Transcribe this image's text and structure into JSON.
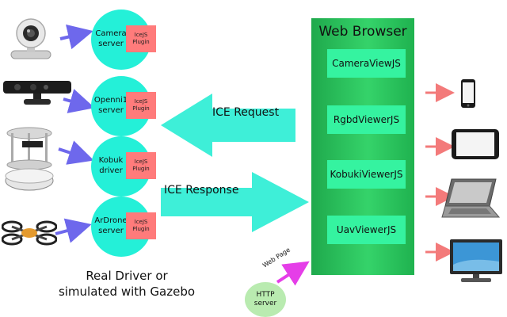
{
  "servers": [
    {
      "name_line1": "Camera",
      "name_line2": "server",
      "plugin_line1": "IceJS",
      "plugin_line2": "Plugin"
    },
    {
      "name_line1": "Openni1",
      "name_line2": "server",
      "plugin_line1": "IceJS",
      "plugin_line2": "Plugin"
    },
    {
      "name_line1": "Kobuk",
      "name_line2": "driver",
      "plugin_line1": "IceJS",
      "plugin_line2": "Plugin"
    },
    {
      "name_line1": "ArDrone",
      "name_line2": "server",
      "plugin_line1": "IceJS",
      "plugin_line2": "Plugin"
    }
  ],
  "browser": {
    "title": "Web Browser",
    "viewers": [
      "CameraViewJS",
      "RgbdViewerJS",
      "KobukiViewerJS",
      "UavViewerJS"
    ]
  },
  "arrows": {
    "request": "ICE Request",
    "response": "ICE Response"
  },
  "footer": {
    "line1": "Real Driver or",
    "line2": "simulated with Gazebo"
  },
  "http": {
    "line1": "HTTP",
    "line2": "server",
    "web_page": "Web Page"
  },
  "colors": {
    "server": "#24f0d8",
    "plugin": "#ff7b7b",
    "browser": "#2cc45e",
    "viewer": "#35f3a0",
    "ice_arrow": "#3eefd8",
    "device_arrow": "#6e68ec",
    "client_arrow": "#f37a7a",
    "web_arrow": "#e53ee8",
    "http": "#b9ebb0"
  },
  "devices": [
    "webcam-icon",
    "kinect-icon",
    "kobuki-robot-icon",
    "ardrone-icon",
    "smartphone-icon",
    "tablet-icon",
    "laptop-icon",
    "desktop-monitor-icon"
  ]
}
